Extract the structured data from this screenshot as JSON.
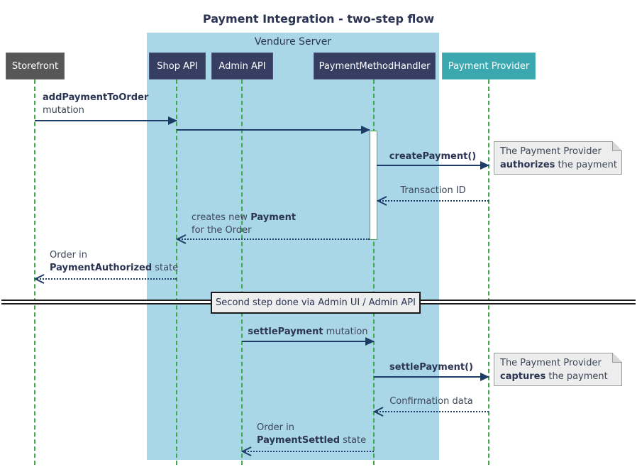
{
  "colors": {
    "frame_fill": "#a9d7e8",
    "navy_box": "#363e62",
    "gray_box": "#575757",
    "teal_box": "#3aa8ae",
    "lifeline_green": "#3fa94b",
    "arrow_navy": "#1e3c68",
    "text_navy": "#2b3553",
    "text_regular": "#3d4657",
    "note_fill": "#ededed",
    "note_border": "#9c9c9c",
    "divider_border": "#1b1b1b",
    "divider_fill": "#eeeeee"
  },
  "diagram": {
    "title": "Payment Integration - two-step flow",
    "frame_label": "Vendure Server"
  },
  "participants": {
    "storefront": "Storefront",
    "shop_api": "Shop API",
    "admin_api": "Admin API",
    "payment_method_handler": "PaymentMethodHandler",
    "payment_provider": "Payment Provider"
  },
  "messages": {
    "add_payment": {
      "bold": "addPaymentToOrder",
      "rest": "mutation"
    },
    "create_payment": {
      "label": "createPayment()"
    },
    "transaction_id": {
      "label": "Transaction ID"
    },
    "creates_payment": {
      "pre": "creates new ",
      "bold": "Payment",
      "line2": "for the Order"
    },
    "order_authorized": {
      "line1": "Order in",
      "bold": "PaymentAuthorized",
      "rest": " state"
    },
    "settle_mutation": {
      "bold": "settlePayment",
      "rest": " mutation"
    },
    "settle_call": {
      "label": "settlePayment()"
    },
    "confirmation": {
      "label": "Confirmation data"
    },
    "order_settled": {
      "line1": "Order in",
      "bold": "PaymentSettled",
      "rest": " state"
    }
  },
  "notes": {
    "authorize": {
      "line1": "The Payment Provider",
      "bold": "authorizes",
      "rest": " the payment"
    },
    "capture": {
      "line1": "The Payment Provider",
      "bold": "captures",
      "rest": " the payment"
    }
  },
  "divider": {
    "label": "Second step done via Admin UI / Admin API"
  }
}
